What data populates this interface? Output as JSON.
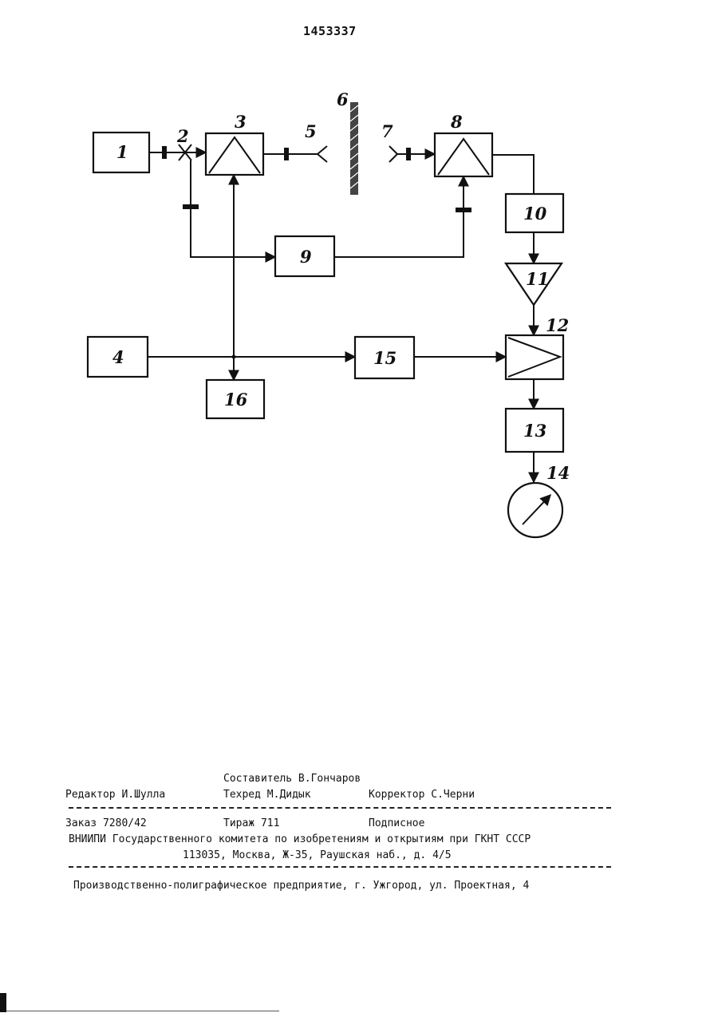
{
  "header": {
    "patent_number": "1453337"
  },
  "diagram": {
    "labels": {
      "b1": "1",
      "b2": "2",
      "b3": "3",
      "b4": "4",
      "b5": "5",
      "b6": "6",
      "b7": "7",
      "b8": "8",
      "b9": "9",
      "b10": "10",
      "b11": "11",
      "b12": "12",
      "b13": "13",
      "b14": "14",
      "b15": "15",
      "b16": "16"
    }
  },
  "imprint": {
    "composer": "Составитель В.Гончаров",
    "editor": "Редактор И.Шулла",
    "techred": "Техред М.Дидык",
    "corrector": "Корректор С.Черни",
    "order": "Заказ 7280/42",
    "circulation": "Тираж 711",
    "subscription": "Подписное",
    "organization": "ВНИИПИ Государственного комитета по изобретениям и открытиям при ГКНТ СССР",
    "address": "113035, Москва, Ж-35, Раушская наб., д. 4/5",
    "printer": "Производственно-полиграфическое предприятие, г. Ужгород, ул. Проектная, 4"
  }
}
